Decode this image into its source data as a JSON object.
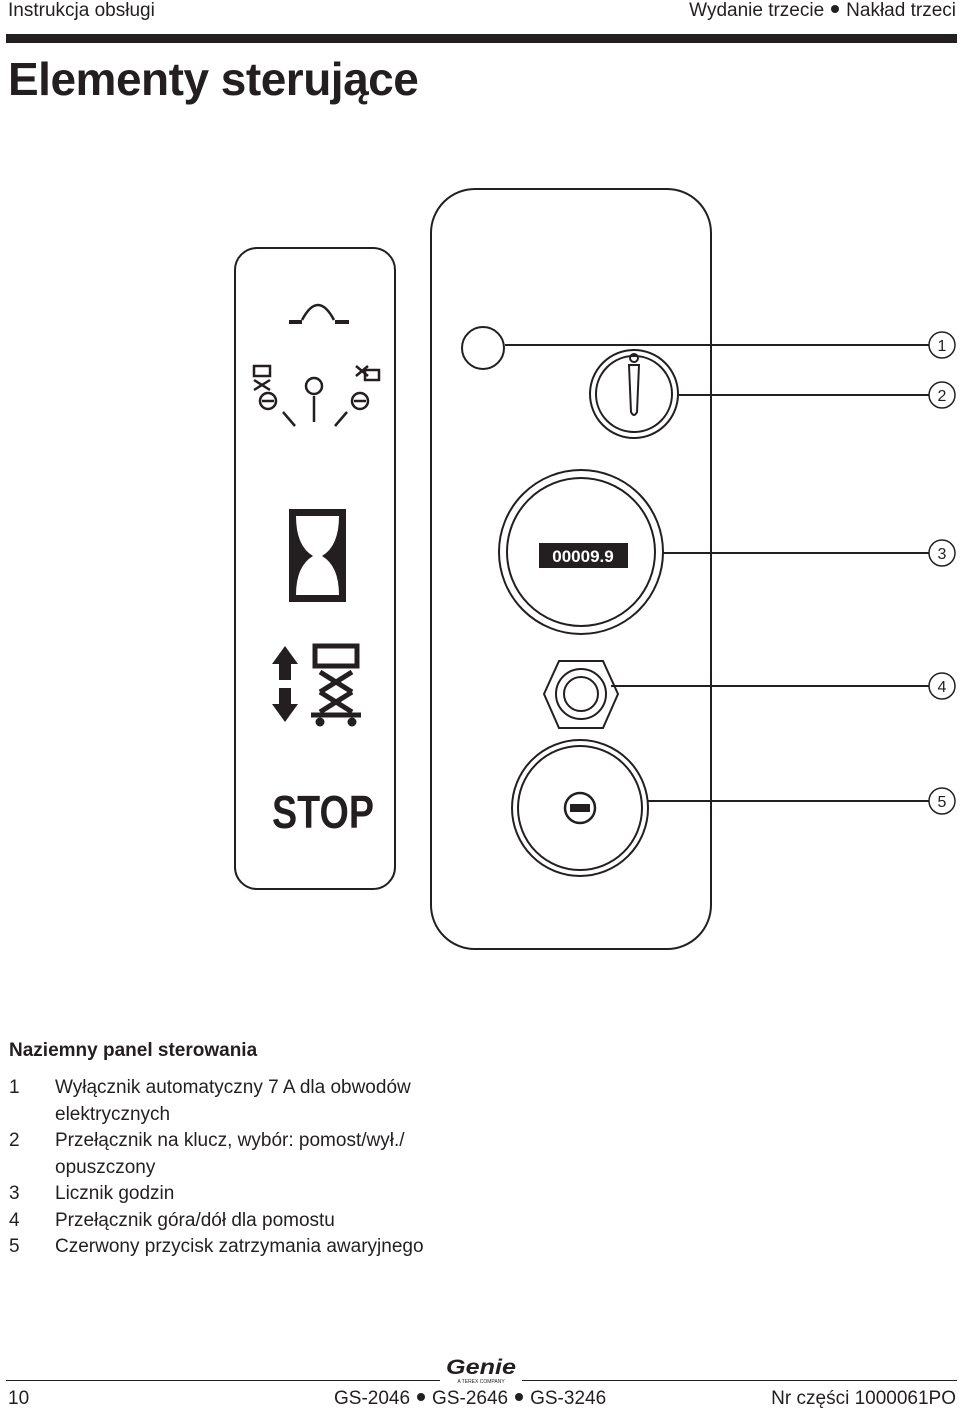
{
  "header": {
    "left": "Instrukcja obsługi",
    "edition": "Wydanie trzecie",
    "printing": "Nakład trzeci"
  },
  "page_title": "Elementy sterujące",
  "figure": {
    "hour_meter_value": "00009.9",
    "stop_label": "STOP",
    "callouts": [
      "1",
      "2",
      "3",
      "4",
      "5"
    ]
  },
  "caption": {
    "title": "Naziemny panel sterowania",
    "items": [
      {
        "num": "1",
        "text": "Wyłącznik automatyczny 7 A dla obwodów elektrycznych"
      },
      {
        "num": "2",
        "text": "Przełącznik na klucz, wybór: pomost/wył./ opuszczony"
      },
      {
        "num": "3",
        "text": "Licznik godzin"
      },
      {
        "num": "4",
        "text": "Przełącznik góra/dół dla pomostu"
      },
      {
        "num": "5",
        "text": "Czerwony przycisk zatrzymania awaryjnego"
      }
    ]
  },
  "footer": {
    "page_number": "10",
    "models": [
      "GS-2046",
      "GS-2646",
      "GS-3246"
    ],
    "part_number": "Nr części 1000061PO",
    "logo_text": "Genie",
    "logo_subtext": "A TEREX COMPANY"
  }
}
